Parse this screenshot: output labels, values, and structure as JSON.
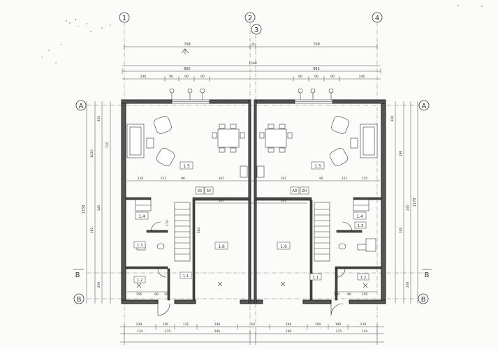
{
  "axes": {
    "vertical": [
      "1",
      "2",
      "3",
      "4"
    ],
    "horizontal": [
      "A",
      "B",
      "B"
    ]
  },
  "dims": {
    "top_halves": [
      "708",
      "708"
    ],
    "top_mid_small": "20",
    "top_total": "1508",
    "top_inner": [
      "682",
      "682"
    ],
    "top_segments_left": [
      "246",
      "90",
      "90",
      "90"
    ],
    "top_segments_right": [
      "90",
      "90",
      "90",
      "246"
    ],
    "left_chain": [
      "1020",
      "350",
      "182",
      "145",
      "208",
      "115"
    ],
    "left_total": "1158",
    "right_chain": [
      "308",
      "186",
      "182",
      "145",
      "208"
    ],
    "right_total": "1178",
    "bottom_row1": [
      "219",
      "100",
      "131",
      "246",
      "60",
      "246",
      "100",
      "190",
      "219"
    ],
    "bottom_row2": [
      "134",
      "215",
      "246",
      "215",
      "134"
    ],
    "inner": [
      "126",
      "121",
      "96",
      "307",
      "307",
      "96",
      "121",
      "155"
    ],
    "corridor": [
      "307",
      "307"
    ],
    "small": [
      "279",
      "584",
      "156",
      "86",
      "100",
      "100",
      "86",
      "156"
    ]
  },
  "rooms": {
    "living_left": "1.5",
    "living_right": "1.5",
    "garage_left": "1.6",
    "garage_right": "1.6",
    "r14": "1.4",
    "r13_left": "1.3",
    "r13_right": "1.3",
    "r12_left": "1.2",
    "r12_right": "1.2",
    "r11_left": "1.1",
    "r11_right": "1.1"
  },
  "appliances": {
    "left": [
      "KS",
      "SV"
    ],
    "right": [
      "AD",
      "ZH"
    ]
  }
}
